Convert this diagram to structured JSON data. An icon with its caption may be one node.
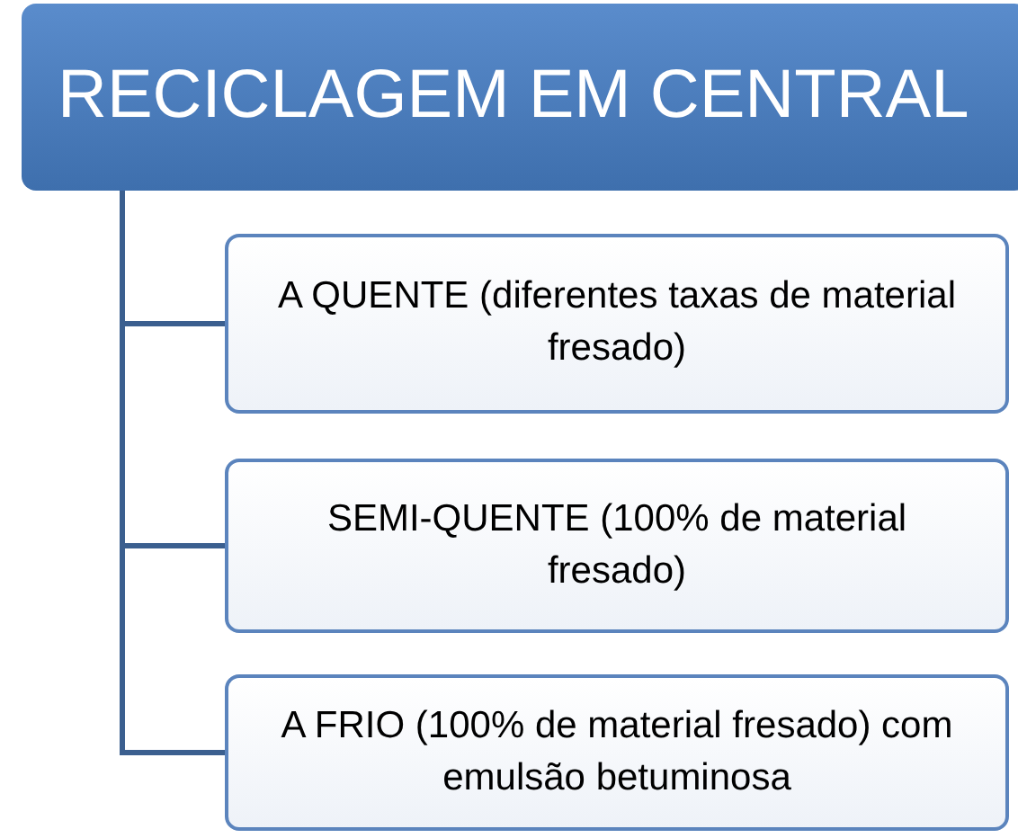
{
  "diagram": {
    "nodes": [
      {
        "text": [
          "RECICLAGEM EM CENTRAL"
        ]
      },
      {
        "text": [
          "A QUENTE (diferentes taxas de material fresado)"
        ]
      },
      {
        "text": [
          "SEMI-QUENTE (100% de material fresado)"
        ]
      },
      {
        "text": [
          "A FRIO (100% de material fresado) com emulsão betuminosa"
        ]
      }
    ],
    "edges": [
      {
        "from": 0,
        "to": 1,
        "arrow": "none"
      },
      {
        "from": 0,
        "to": 2,
        "arrow": "none"
      },
      {
        "from": 0,
        "to": 3,
        "arrow": "none"
      }
    ]
  }
}
